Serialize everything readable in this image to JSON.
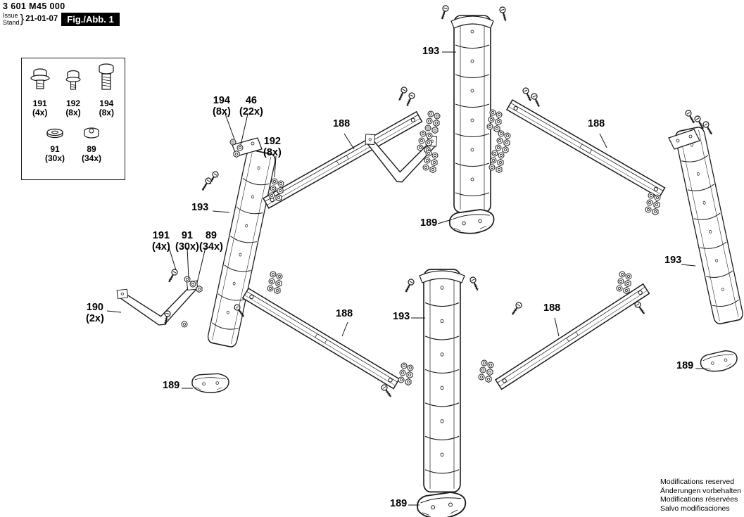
{
  "header": {
    "part_number": "3 601 M45 000",
    "issue_label": "Issue",
    "stand_label": "Stand",
    "brace": "}",
    "date": "21-01-07",
    "figure_label": "Fig./Abb. 1"
  },
  "legend": {
    "items": [
      {
        "ref": "191",
        "qty": "(4x)"
      },
      {
        "ref": "192",
        "qty": "(8x)"
      },
      {
        "ref": "194",
        "qty": "(8x)"
      },
      {
        "ref": "91",
        "qty": "(30x)"
      },
      {
        "ref": "89",
        "qty": "(34x)"
      }
    ]
  },
  "callouts": [
    {
      "ref": "193"
    },
    {
      "ref": "194",
      "qty": "(8x)"
    },
    {
      "ref": "46",
      "qty": "(22x)"
    },
    {
      "ref": "188"
    },
    {
      "ref": "192",
      "qty": "(8x)"
    },
    {
      "ref": "188"
    },
    {
      "ref": "193"
    },
    {
      "ref": "189"
    },
    {
      "ref": "191",
      "qty": "(4x)"
    },
    {
      "ref": "91",
      "qty": "(30x)"
    },
    {
      "ref": "89",
      "qty": "(34x)"
    },
    {
      "ref": "190",
      "qty": "(2x)"
    },
    {
      "ref": "188"
    },
    {
      "ref": "193"
    },
    {
      "ref": "188"
    },
    {
      "ref": "193"
    },
    {
      "ref": "189"
    },
    {
      "ref": "189"
    },
    {
      "ref": "189"
    }
  ],
  "footer": {
    "lines": [
      "Modifications reserved",
      "Änderungen vorbehalten",
      "Modifications réservées",
      "Salvo modificaciones"
    ]
  }
}
